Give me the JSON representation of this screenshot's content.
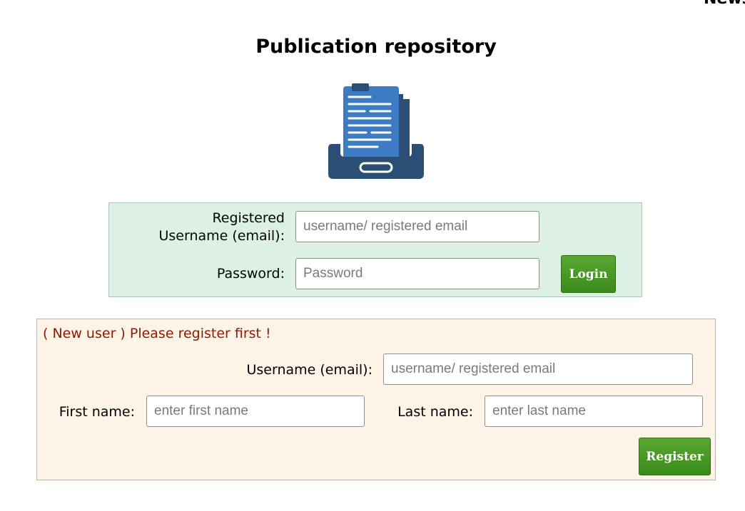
{
  "header": {
    "news_link": "News"
  },
  "page": {
    "title": "Publication repository"
  },
  "logo": {
    "icon": "document-tray-icon",
    "colors": {
      "dark": "#2b4f74",
      "light": "#3d7cc2"
    }
  },
  "login": {
    "username_label": "Registered Username (email):",
    "username_placeholder": "username/ registered email",
    "password_label": "Password:",
    "password_placeholder": "Password",
    "login_button": "Login"
  },
  "register": {
    "note": "( New user ) Please register first !",
    "username_label": "Username (email):",
    "username_placeholder": "username/ registered email",
    "first_name_label": "First name:",
    "first_name_placeholder": "enter first name",
    "last_name_label": "Last name:",
    "last_name_placeholder": "enter last name",
    "register_button": "Register"
  },
  "colors": {
    "login_panel_bg": "#ddf0e4",
    "register_panel_bg": "#fdf3e6",
    "button_green": "#4a9a26",
    "note_red": "#8b1a00"
  }
}
